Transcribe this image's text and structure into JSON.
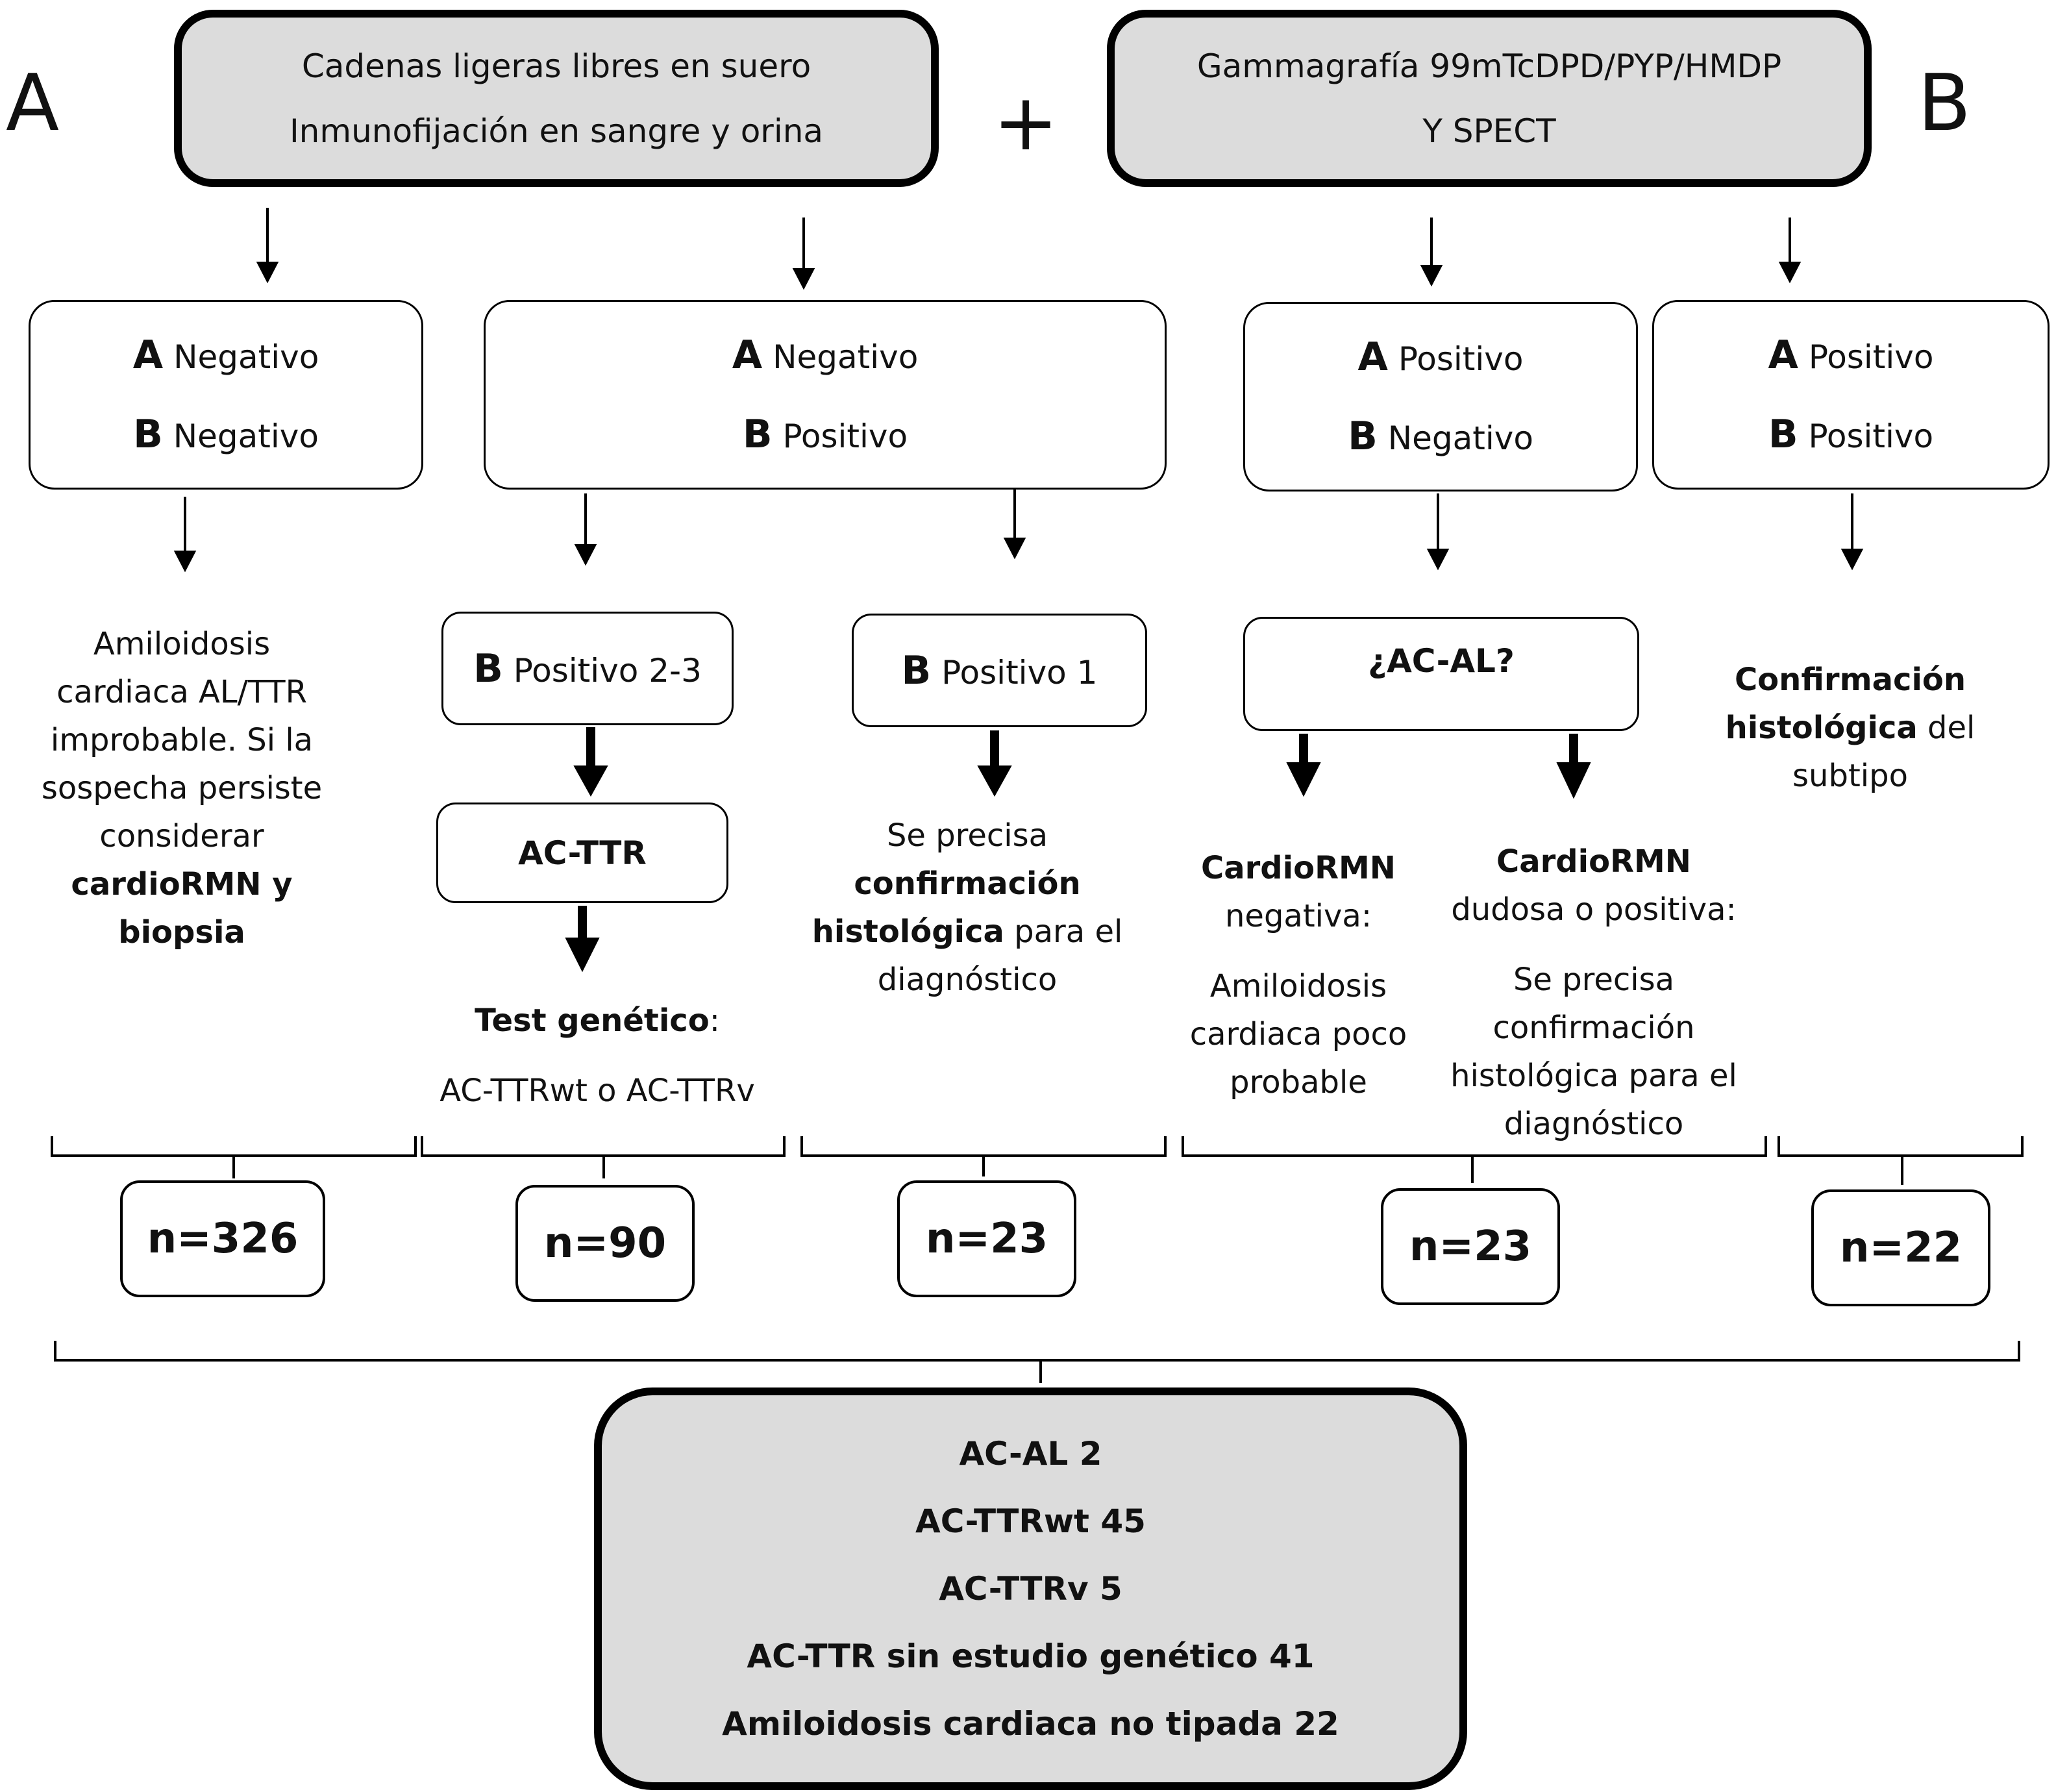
{
  "top": {
    "label_a": "A",
    "plus": "+",
    "label_b": "B",
    "box_a": {
      "line1": "Cadenas ligeras libres en suero",
      "line2": "Inmunofijación en sangre y orina"
    },
    "box_b": {
      "line1": "Gammagrafía 99mTcDPD/PYP/HMDP",
      "line2": "Y SPECT"
    }
  },
  "groups": [
    {
      "a_key": "A",
      "a_val": "Negativo",
      "b_key": "B",
      "b_val": "Negativo"
    },
    {
      "a_key": "A",
      "a_val": "Negativo",
      "b_key": "B",
      "b_val": "Positivo"
    },
    {
      "a_key": "A",
      "a_val": "Positivo",
      "b_key": "B",
      "b_val": "Negativo"
    },
    {
      "a_key": "A",
      "a_val": "Positivo",
      "b_key": "B",
      "b_val": "Positivo"
    }
  ],
  "outcome_1": {
    "lines": [
      "Amiloidosis",
      "cardiaca AL/TTR",
      "improbable. Si la",
      "sospecha persiste",
      "considerar"
    ],
    "bold_lines": [
      "cardioRMN y",
      "biopsia"
    ]
  },
  "sub_b23": {
    "key": "B",
    "val": "Positivo 2-3"
  },
  "ac_ttr": "AC-TTR",
  "test_genetico": {
    "bold": "Test genético",
    "rest": ":",
    "line2": "AC-TTRwt o AC-TTRv"
  },
  "sub_b1": {
    "key": "B",
    "val": "Positivo 1"
  },
  "outcome_b1": {
    "line1": "Se precisa",
    "line2_bold": "confirmación",
    "line3_bold": "histológica",
    "line3_rest": " para el",
    "line4": "diagnóstico"
  },
  "ac_al_q": "¿AC-AL?",
  "cardio_neg": {
    "bold": "CardioRMN",
    "line2": "negativa:",
    "lines": [
      "Amiloidosis",
      "cardiaca poco",
      "probable"
    ]
  },
  "cardio_pos": {
    "bold": "CardioRMN",
    "line2": "dudosa o positiva:",
    "lines": [
      "Se precisa",
      "confirmación",
      "histológica para el",
      "diagnóstico"
    ]
  },
  "outcome_4": {
    "line1_bold": "Confirmación",
    "line2_bold": "histológica",
    "line2_rest": " del",
    "line3": "subtipo"
  },
  "counts": [
    "n=326",
    "n=90",
    "n=23",
    "n=23",
    "n=22"
  ],
  "summary": [
    "AC-AL 2",
    "AC-TTRwt 45",
    "AC-TTRv 5",
    "AC-TTR sin estudio genético 41",
    "Amiloidosis cardiaca no tipada 22"
  ]
}
